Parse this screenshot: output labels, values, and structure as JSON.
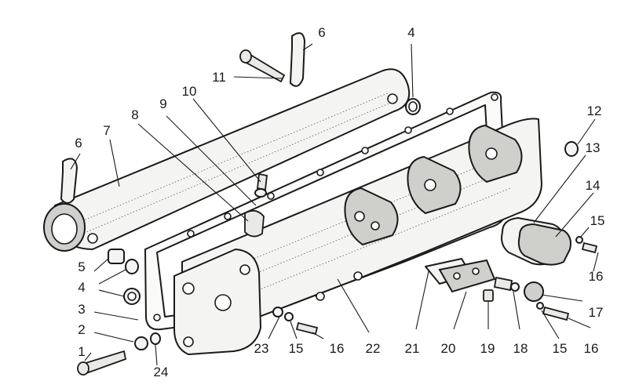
{
  "callouts": {
    "c1": "1",
    "c2": "2",
    "c3": "3",
    "c4a": "4",
    "c4b": "4",
    "c5": "5",
    "c6a": "6",
    "c6b": "6",
    "c7": "7",
    "c8": "8",
    "c9": "9",
    "c10": "10",
    "c11": "11",
    "c12": "12",
    "c13": "13",
    "c14": "14",
    "c15a": "15",
    "c15b": "15",
    "c15c": "15",
    "c16a": "16",
    "c16b": "16",
    "c16c": "16",
    "c17": "17",
    "c18": "18",
    "c19": "19",
    "c20": "20",
    "c21": "21",
    "c22": "22",
    "c23": "23",
    "c24": "24"
  }
}
